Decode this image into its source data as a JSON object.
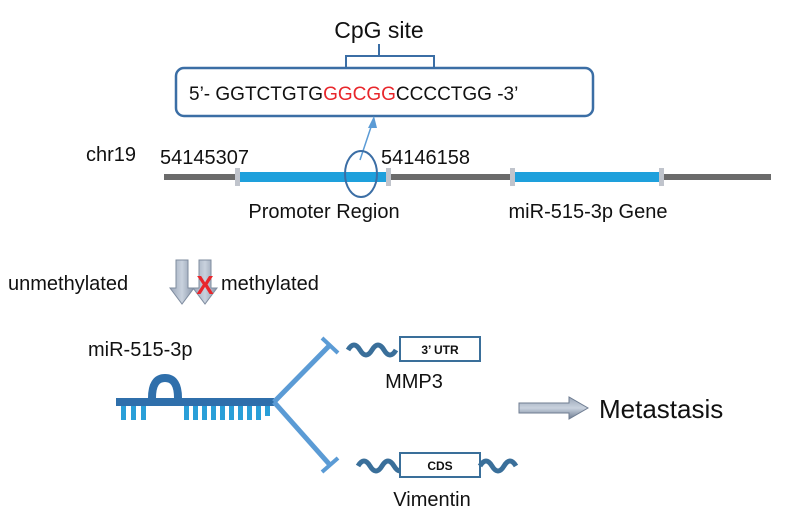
{
  "cpg": {
    "label": "CpG site",
    "seq_prefix": "5’- GGTCTGTG",
    "seq_highlight": "GGCGG",
    "seq_suffix": "CCCCTGG -3’"
  },
  "chromosome": {
    "name": "chr19",
    "start": "54145307",
    "end": "54146158",
    "promoter_label": "Promoter Region",
    "gene_label": "miR-515-3p Gene"
  },
  "methylation": {
    "unmethylated_label": "unmethylated",
    "methylated_label": "methylated",
    "block_mark": "X"
  },
  "mirna": {
    "label": "miR-515-3p"
  },
  "targets": [
    {
      "name": "MMP3",
      "region": "3’ UTR"
    },
    {
      "name": "Vimentin",
      "region": "CDS"
    }
  ],
  "outcome": {
    "label": "Metastasis"
  },
  "colors": {
    "gene_bar": "#1ea0dc",
    "chromosome": "#6b6b6b",
    "highlight": "#e8262b",
    "box_border": "#3b6ea5",
    "mirna": "#2f6fab",
    "inhibit": "#5b9bd5",
    "wave": "#3a6f9a",
    "arrow": "#7f8c9f"
  }
}
